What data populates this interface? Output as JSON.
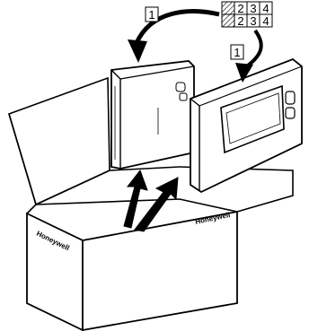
{
  "callouts": {
    "step_top": "1",
    "step_right": "1"
  },
  "grid": {
    "rows": [
      [
        "",
        "2",
        "3",
        "4"
      ],
      [
        "",
        "2",
        "3",
        "4"
      ]
    ]
  },
  "box": {
    "brand_side": "Honeywell",
    "brand_front": "Honeywell"
  },
  "colors": {
    "ink": "#000000",
    "paper": "#ffffff"
  }
}
